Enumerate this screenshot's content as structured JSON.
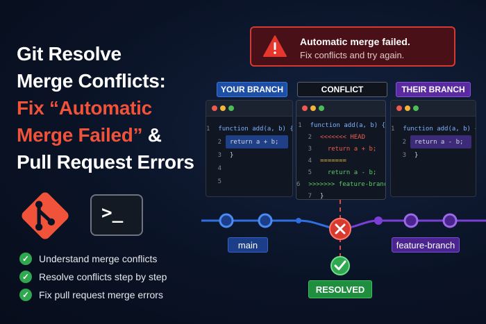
{
  "title": {
    "line1": "Git Resolve",
    "line2": "Merge Conflicts:",
    "line3": "Fix “Automatic",
    "line4_red": "Merge Failed”",
    "line4_amp": " &",
    "line5": "Pull Request Errors"
  },
  "icons": {
    "git": "git-logo-icon",
    "terminal": "terminal-icon",
    "terminal_glyph": ">_"
  },
  "checklist": [
    "Understand merge conflicts",
    "Resolve conflicts step by step",
    "Fix pull request merge errors"
  ],
  "alert": {
    "title": "Automatic merge failed.",
    "message": "Fix conflicts and try again."
  },
  "labels": {
    "your_branch": "YOUR BRANCH",
    "conflict": "CONFLICT",
    "their_branch": "THEIR BRANCH"
  },
  "panels": {
    "your": [
      {
        "n": "1",
        "code": "function add(a, b) {"
      },
      {
        "n": "2",
        "code": "return a + b;"
      },
      {
        "n": "3",
        "code": "}"
      },
      {
        "n": "4",
        "code": ""
      },
      {
        "n": "5",
        "code": ""
      }
    ],
    "conflict": [
      {
        "n": "1",
        "code": "function add(a, b) {"
      },
      {
        "n": "2",
        "code": "<<<<<<< HEAD"
      },
      {
        "n": "3",
        "code": "  return a + b;"
      },
      {
        "n": "4",
        "code": "======="
      },
      {
        "n": "5",
        "code": "  return a - b;"
      },
      {
        "n": "6",
        "code": ">>>>>>> feature-branch"
      },
      {
        "n": "7",
        "code": "}"
      }
    ],
    "their": [
      {
        "n": "1",
        "code": "function add(a, b) {"
      },
      {
        "n": "2",
        "code": "return a - b;"
      },
      {
        "n": "3",
        "code": "}"
      }
    ]
  },
  "graph": {
    "main_label": "main",
    "feature_label": "feature-branch",
    "resolved_label": "RESOLVED"
  },
  "colors": {
    "accent_red": "#f0523a",
    "blue": "#2f6fe0",
    "purple": "#7b3fd6",
    "green": "#2fa84f"
  }
}
